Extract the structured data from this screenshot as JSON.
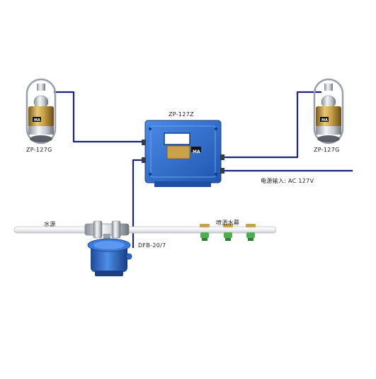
{
  "labels": {
    "controller": "ZP-127Z",
    "sensor_left": "ZP-127G",
    "sensor_right": "ZP-127G",
    "power_input": "电源输入: AC 127V",
    "water_source": "水源",
    "valve": "DFB-20/7",
    "spray_nozzle": "喷洒水幕"
  },
  "badge_text": "MA",
  "colors": {
    "cable": "#1a237e",
    "pipe_fill": "#f2f3f5",
    "pipe_edge": "#b8bcc4",
    "box_blue": "#2f6fd0",
    "box_blue_dark": "#1f4fa0",
    "brass": "#c9a24a",
    "nozzle_green": "#4caf50"
  }
}
